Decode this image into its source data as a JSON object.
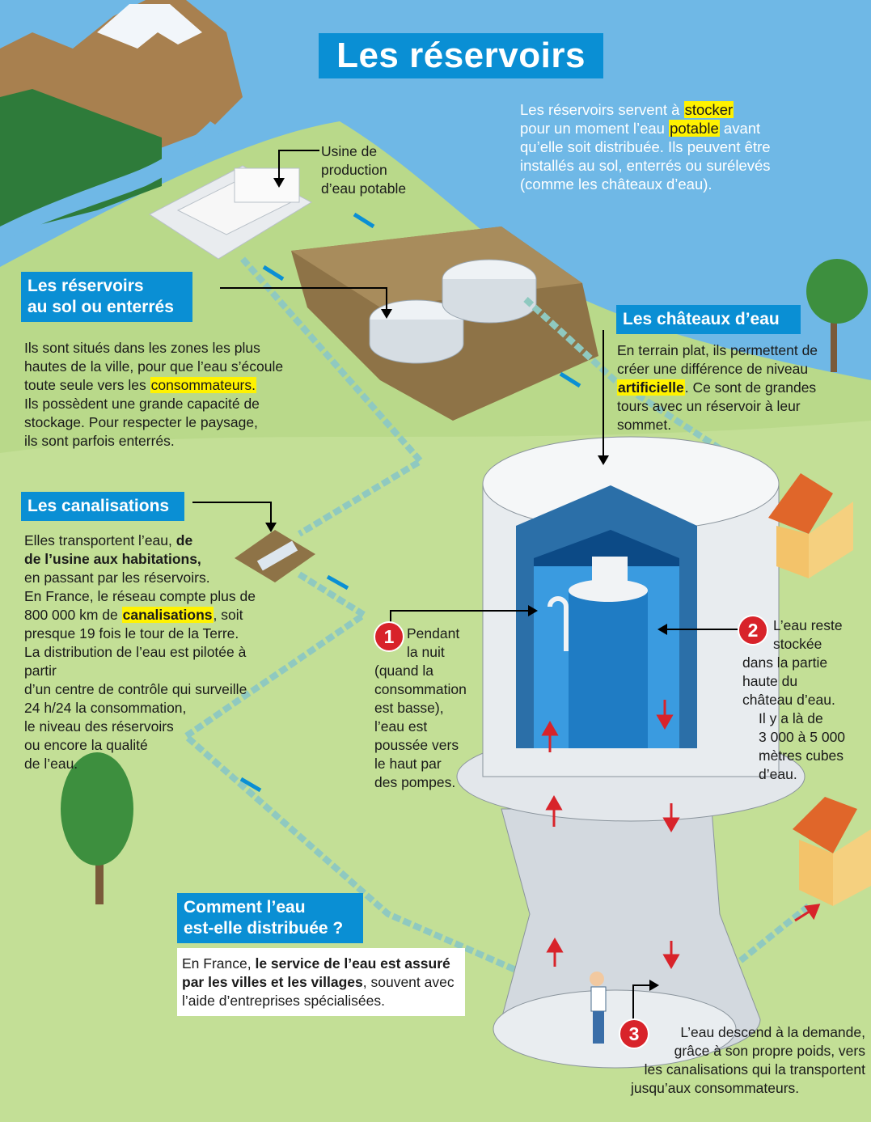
{
  "title": "Les réservoirs",
  "intro": {
    "p1": "Les réservoirs servent à ",
    "w1": "stocker",
    "p2": "pour un moment l’eau ",
    "w2": "potable",
    "p3": " avant",
    "p4": "qu’elle soit distribuée. Ils peuvent être",
    "p5": "installés au sol, enterrés ou surélevés",
    "p6": "(comme les châteaux d’eau)."
  },
  "usine": {
    "l1": "Usine de",
    "l2": "production",
    "l3": "d’eau potable"
  },
  "sol": {
    "heading_l1": "Les réservoirs",
    "heading_l2": "au sol ou enterrés",
    "l1": "Ils sont situés dans les zones les plus",
    "l2": "hautes de la ville, pour que l’eau s’écoule",
    "l3a": "toute seule vers les ",
    "l3b": "consommateurs.",
    "l4": "Ils possèdent une grande capacité de",
    "l5": "stockage. Pour respecter le paysage,",
    "l6": "ils sont parfois enterrés."
  },
  "canal": {
    "heading": "Les canalisations",
    "l1a": "Elles transportent l’eau, ",
    "l1b": "de",
    "l2": "de l’usine aux habitations,",
    "l3": "en passant par les réservoirs.",
    "l4": "En France, le réseau compte plus de",
    "l5a": "800 000 km de ",
    "l5b": "canalisations",
    "l5c": ", soit",
    "l6": "presque 19 fois le tour de la Terre.",
    "l7": "La distribution de l’eau est pilotée à partir",
    "l8": "d’un centre de contrôle qui surveille",
    "l9": "24 h/24 la consommation,",
    "l10": "le niveau des réservoirs",
    "l11": "ou encore la qualité",
    "l12": "de l’eau."
  },
  "chateaux": {
    "heading": "Les châteaux d’eau",
    "l1": "En terrain plat, ils permettent de",
    "l2": "créer une différence de niveau",
    "l3a": "artificielle",
    "l3b": ". Ce sont de grandes",
    "l4": "tours avec un réservoir à leur",
    "l5": "sommet."
  },
  "step1": {
    "num": "1",
    "lines": [
      "Pendant",
      "la nuit",
      "(quand la",
      "consommation",
      "est basse),",
      "l’eau est",
      "poussée vers",
      "le haut par",
      "des pompes."
    ]
  },
  "step2": {
    "num": "2",
    "lines": [
      "L’eau reste",
      "stockée",
      "dans la partie",
      "haute du",
      "château d’eau.",
      "Il y a là de",
      "3 000 à 5 000",
      "mètres cubes",
      "d’eau."
    ]
  },
  "step3": {
    "num": "3",
    "lines": [
      "L’eau descend à la demande,",
      "grâce à son propre poids, vers",
      "les canalisations qui la transportent",
      "jusqu’aux consommateurs."
    ]
  },
  "distrib": {
    "heading_l1": "Comment l’eau",
    "heading_l2": "est-elle distribuée ?",
    "l1a": "En France, ",
    "l1b": "le service de l’eau est assuré",
    "l2a": "par les villes et les villages",
    "l2b": ", souvent avec",
    "l3": "l’aide d’entreprises spécialisées."
  },
  "colors": {
    "sky": "#6fb8e6",
    "grass": "#b9d98a",
    "heading_blue": "#0a8fd4",
    "highlight": "#fff200",
    "marker_red": "#d8232a"
  }
}
